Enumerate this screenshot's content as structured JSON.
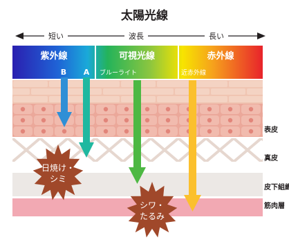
{
  "title": "太陽光線",
  "wavelength_axis": {
    "short": "短い",
    "label": "波長",
    "long": "長い"
  },
  "spectrum": [
    {
      "key": "uv",
      "label": "紫外線"
    },
    {
      "key": "visible",
      "label": "可視光線"
    },
    {
      "key": "ir",
      "label": "赤外線"
    }
  ],
  "sub_labels": {
    "uva": "A",
    "uvb": "B",
    "blue_light": "ブルーライト",
    "near_ir": "近赤外線"
  },
  "layers": {
    "epidermis": "表皮",
    "dermis": "真皮",
    "subcutaneous": "皮下組織",
    "muscle": "筋肉層"
  },
  "effects": {
    "sunburn": [
      "日焼け・",
      "シミ"
    ],
    "wrinkles": [
      "シワ・",
      "たるみ"
    ]
  },
  "colors": {
    "title_text": "#231f20",
    "uv_band": "#3a27c4",
    "visible_band": "#38b549",
    "ir_band": "#f5d51f",
    "uvb_arrow": "#2f8fd6",
    "uva_arrow": "#1fb8a0",
    "blue_light_arrow": "#4db843",
    "near_ir_arrow": "#fbc02d",
    "epidermis": "#f2c4ae",
    "dermis_lattice": "#e8dcd5",
    "subcutaneous": "#ece8e5",
    "muscle": "#f2a9b3",
    "effect_badge": "#a0482a"
  }
}
